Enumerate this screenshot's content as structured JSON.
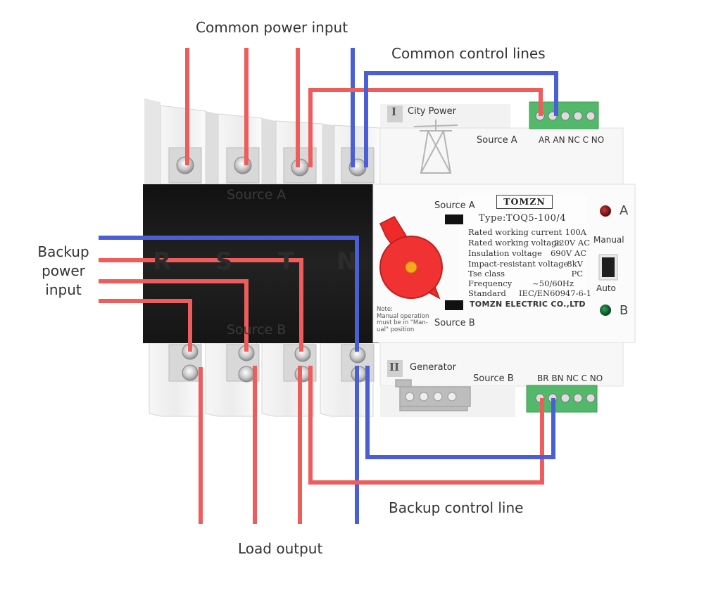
{
  "labels": {
    "common_power_input": "Common power input",
    "common_control_lines": "Common control lines",
    "backup_power_input_lines": [
      "Backup",
      "power",
      "input"
    ],
    "backup_control_line": "Backup control line",
    "load_output": "Load output"
  },
  "device": {
    "body_source_a": "Source A",
    "body_source_b": "Source B",
    "phase_letters": [
      "R",
      "S",
      "T",
      "N"
    ],
    "top_module": {
      "roman": "I",
      "title": "City Power",
      "source": "Source A",
      "terminals": "AR AN NC C NO"
    },
    "bottom_module": {
      "roman": "II",
      "title": "Generator",
      "source": "Source B",
      "terminals": "BR BN NC C NO"
    },
    "panel": {
      "brand": "TOMZN",
      "type": "Type:TOQ5-100/4",
      "specs": [
        {
          "label": "Rated working current",
          "value": "100A"
        },
        {
          "label": "Rated working voltage",
          "value": "220V AC"
        },
        {
          "label": "Insulation voltage",
          "value": "690V AC"
        },
        {
          "label": "Impact-resistant voltage",
          "value": "8kV"
        },
        {
          "label": "Tse class",
          "value": "PC"
        },
        {
          "label": "Frequency",
          "value": "~50/60Hz"
        },
        {
          "label": "Standard",
          "value": "IEC/EN60947-6-1"
        }
      ],
      "manufacturer": "TOMZN ELECTRIC CO.,LTD",
      "switch_source_a": "Source A",
      "switch_source_b": "Source B",
      "indicator_a": "A",
      "indicator_b": "B",
      "mode_manual": "Manual",
      "mode_auto": "Auto",
      "note_lines": [
        "Note:",
        "Manual operation",
        "must be in \"Man-",
        "ual\" position"
      ]
    }
  },
  "colors": {
    "live_wire": "#ef5c5c",
    "neutral_wire": "#4a5fd6",
    "terminal_block": "#52b86a",
    "body_black": "#1a1a1a",
    "knob_red": "#ee2a2a",
    "led_red": "#7a1010",
    "led_green": "#0d6a2a"
  }
}
